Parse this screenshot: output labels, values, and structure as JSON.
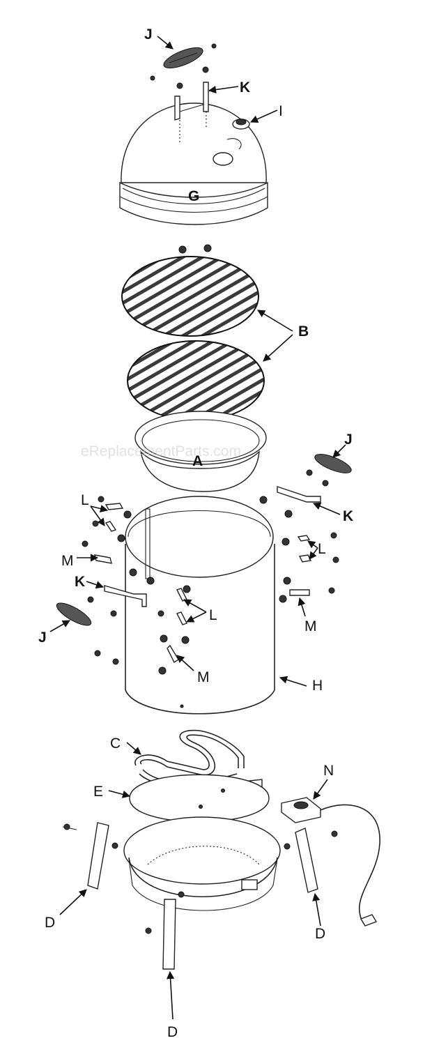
{
  "watermark": "eReplacementParts.com",
  "labels": {
    "A": "A",
    "B": "B",
    "C": "C",
    "D": "D",
    "E": "E",
    "G": "G",
    "H": "H",
    "I": "I",
    "J": "J",
    "K": "K",
    "L": "L",
    "M": "M",
    "N": "N"
  }
}
